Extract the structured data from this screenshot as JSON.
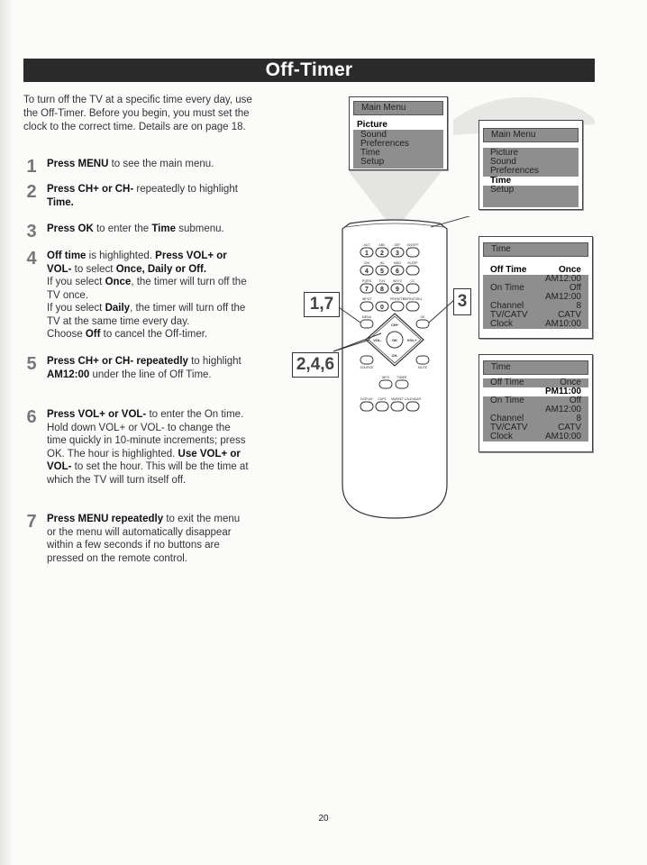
{
  "title": "Off-Timer",
  "intro": "To turn off the TV at a specific time every day, use the Off-Timer. Before you begin, you must set the clock to the correct time. Details are on page 18.",
  "steps": [
    {
      "num": "1",
      "bold1": "Press MENU",
      "text1": " to see the main menu."
    },
    {
      "num": "2",
      "bold1": "Press CH+ or CH-",
      "text1": " repeatedly to highlight ",
      "bold2": "Time."
    },
    {
      "num": "3",
      "bold1": "Press OK",
      "text1": " to enter the ",
      "bold2": "Time",
      "text2": " submenu."
    },
    {
      "num": "4",
      "bold1": "Off time",
      "text1": " is highlighted. ",
      "bold2": "Press VOL+ or VOL-",
      "text2": " to select ",
      "bold3": "Once, Daily or Off.",
      "line2a": "If you select ",
      "line2b": "Once",
      "line2c": ", the timer will turn off the TV once.",
      "line3a": "If you select ",
      "line3b": "Daily",
      "line3c": ", the timer will turn off the TV at the same time every day.",
      "line4a": "Choose ",
      "line4b": "Off",
      "line4c": " to cancel the Off-timer."
    },
    {
      "num": "5",
      "bold1": "Press CH+ or CH- repeatedly",
      "text1": " to highlight ",
      "bold2": "AM12:00",
      "text2": " under the line of Off Time."
    },
    {
      "num": "6",
      "bold1": "Press VOL+ or VOL-",
      "text1": " to enter the On time. Hold down VOL+ or VOL- to change the time quickly in 10-minute increments; press OK. The hour is highlighted. ",
      "bold2": "Use VOL+ or VOL-",
      "text2": " to set the hour. This will be the time at which the TV will turn itself off."
    },
    {
      "num": "7",
      "bold1": "Press MENU repeatedly",
      "text1": " to exit the menu or the menu will automatically disappear within a few seconds if no buttons are pressed on the remote control."
    }
  ],
  "menu1": {
    "header": "Main Menu",
    "items": [
      "Picture",
      "Sound",
      "Preferences",
      "Time",
      "Setup"
    ]
  },
  "menu2": {
    "header": "Main Menu",
    "items": [
      "Picture",
      "Sound",
      "Preferences",
      "Time",
      "Setup"
    ]
  },
  "menu3": {
    "header": "Time",
    "rows": [
      {
        "label": "Off Time",
        "value": "Once"
      },
      {
        "label": "",
        "value": "AM12:00"
      },
      {
        "label": "On Time",
        "value": "Off"
      },
      {
        "label": "",
        "value": "AM12:00"
      },
      {
        "label": "Channel",
        "value": "8"
      },
      {
        "label": "TV/CATV",
        "value": "CATV"
      },
      {
        "label": "Clock",
        "value": "AM10:00"
      }
    ]
  },
  "menu4": {
    "header": "Time",
    "rows": [
      {
        "label": "Off Time",
        "value": "Once"
      },
      {
        "label": "",
        "value": "PM11:00"
      },
      {
        "label": "On Time",
        "value": "Off"
      },
      {
        "label": "",
        "value": "AM12:00"
      },
      {
        "label": "Channel",
        "value": "8"
      },
      {
        "label": "TV/CATV",
        "value": "CATV"
      },
      {
        "label": "Clock",
        "value": "AM10:00"
      }
    ]
  },
  "callouts": {
    "left_top": "1,7",
    "left_bottom": "2,4,6",
    "right": "3"
  },
  "remote": {
    "row1_labels": [
      "AUT",
      "ABC",
      "DEF",
      "ON/OFF"
    ],
    "row1_keys": [
      "1",
      "2",
      "3",
      ""
    ],
    "row2_labels": [
      "GHI",
      "JKL",
      "MNO",
      "SLEEP"
    ],
    "row2_keys": [
      "4",
      "5",
      "6",
      ""
    ],
    "row3_labels": [
      "PQRS",
      "TUV",
      "WXYZ",
      "CC"
    ],
    "row3_keys": [
      "7",
      "8",
      "9",
      ""
    ],
    "row4_labels": [
      "INPUT",
      "",
      "PRESETS",
      "REPEAT/SEL"
    ],
    "row4_keys": [
      "",
      "0",
      "",
      ""
    ],
    "menu_label": "MENU",
    "ok_label": "OK",
    "ch_up": "CH+",
    "ch_down": "CH-",
    "vol_down": "VOL-",
    "vol_up": "VOL+",
    "ok_center": "OK",
    "source_label": "SOURCE",
    "mute_label": "MUTE",
    "row6_labels": [
      "INFO",
      "TIMER"
    ],
    "row7_labels": [
      "DISPLAY",
      "CAPS",
      "MARKET",
      "CALENDAR"
    ]
  },
  "page_number": "20"
}
